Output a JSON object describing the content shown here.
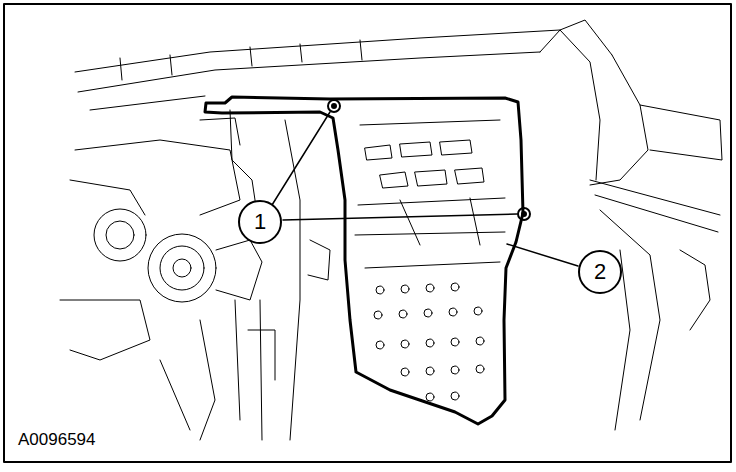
{
  "diagram": {
    "nodes": [
      {
        "text": [
          "1"
        ]
      },
      {
        "text": [
          "2"
        ]
      }
    ],
    "labels": [
      "A0096594"
    ]
  }
}
